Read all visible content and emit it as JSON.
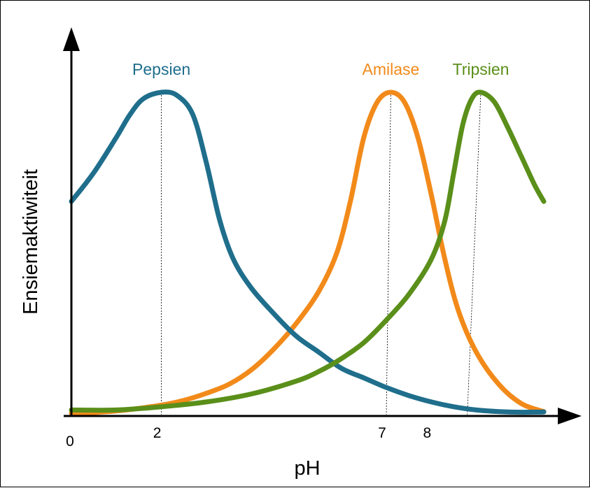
{
  "chart_data": {
    "type": "line",
    "xlabel": "pH",
    "ylabel": "Ensiemaktiwiteit",
    "xlim": [
      0,
      10.5
    ],
    "ylim": [
      0,
      1
    ],
    "x_ticks": [
      {
        "value": 0,
        "label": "0"
      },
      {
        "value": 2,
        "label": "2"
      },
      {
        "value": 7,
        "label": "7"
      },
      {
        "value": 8,
        "label": "8"
      }
    ],
    "series": [
      {
        "name": "Pepsien",
        "color": "#1f6e8c",
        "peak_x": 2.0,
        "points": [
          [
            0,
            0.66
          ],
          [
            0.5,
            0.75
          ],
          [
            1.0,
            0.86
          ],
          [
            1.3,
            0.93
          ],
          [
            1.6,
            0.98
          ],
          [
            2.0,
            1.0
          ],
          [
            2.35,
            0.99
          ],
          [
            2.7,
            0.93
          ],
          [
            3.0,
            0.78
          ],
          [
            3.3,
            0.6
          ],
          [
            3.6,
            0.48
          ],
          [
            4.0,
            0.39
          ],
          [
            4.5,
            0.31
          ],
          [
            5.0,
            0.24
          ],
          [
            5.5,
            0.19
          ],
          [
            6.0,
            0.14
          ],
          [
            6.5,
            0.11
          ],
          [
            7.0,
            0.08
          ],
          [
            7.5,
            0.055
          ],
          [
            8.0,
            0.035
          ],
          [
            8.5,
            0.02
          ],
          [
            9.0,
            0.01
          ],
          [
            9.5,
            0.005
          ],
          [
            10.0,
            0.003
          ],
          [
            10.5,
            0.004
          ]
        ]
      },
      {
        "name": "Amilase",
        "color": "#f28a1a",
        "peak_x": 7.0,
        "points": [
          [
            0,
            0.0
          ],
          [
            0.5,
            0.002
          ],
          [
            1.0,
            0.007
          ],
          [
            1.5,
            0.015
          ],
          [
            2.0,
            0.025
          ],
          [
            2.5,
            0.04
          ],
          [
            3.0,
            0.062
          ],
          [
            3.5,
            0.09
          ],
          [
            4.0,
            0.135
          ],
          [
            4.5,
            0.2
          ],
          [
            5.0,
            0.28
          ],
          [
            5.5,
            0.38
          ],
          [
            5.9,
            0.5
          ],
          [
            6.2,
            0.66
          ],
          [
            6.5,
            0.86
          ],
          [
            6.8,
            0.97
          ],
          [
            7.1,
            1.0
          ],
          [
            7.4,
            0.97
          ],
          [
            7.7,
            0.86
          ],
          [
            8.0,
            0.68
          ],
          [
            8.3,
            0.48
          ],
          [
            8.6,
            0.32
          ],
          [
            9.0,
            0.19
          ],
          [
            9.5,
            0.09
          ],
          [
            10.0,
            0.03
          ],
          [
            10.5,
            0.005
          ]
        ]
      },
      {
        "name": "Tripsien",
        "color": "#5a8f1a",
        "peak_x": 8.8,
        "points": [
          [
            0,
            0.01
          ],
          [
            1.0,
            0.01
          ],
          [
            2.0,
            0.02
          ],
          [
            3.0,
            0.035
          ],
          [
            4.0,
            0.06
          ],
          [
            5.0,
            0.1
          ],
          [
            5.5,
            0.13
          ],
          [
            6.0,
            0.17
          ],
          [
            6.5,
            0.22
          ],
          [
            7.0,
            0.29
          ],
          [
            7.5,
            0.37
          ],
          [
            8.0,
            0.48
          ],
          [
            8.3,
            0.6
          ],
          [
            8.5,
            0.75
          ],
          [
            8.7,
            0.9
          ],
          [
            8.9,
            0.98
          ],
          [
            9.1,
            1.0
          ],
          [
            9.4,
            0.97
          ],
          [
            9.7,
            0.89
          ],
          [
            10.0,
            0.8
          ],
          [
            10.3,
            0.71
          ],
          [
            10.5,
            0.66
          ]
        ]
      }
    ]
  }
}
